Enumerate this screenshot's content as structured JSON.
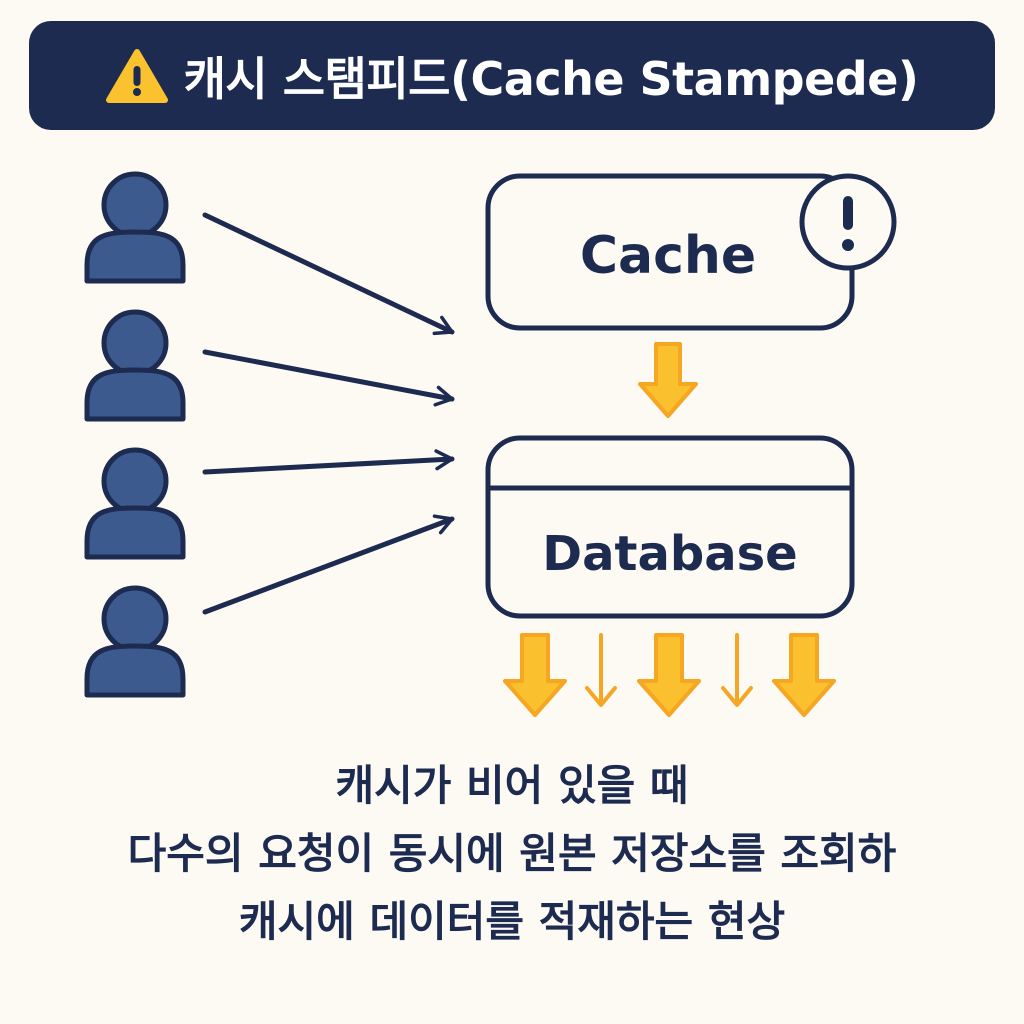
{
  "title": {
    "icon": "warning-icon",
    "text": "캐시 스탬피드(Cache Stampede)"
  },
  "users": [
    {
      "icon": "user-icon"
    },
    {
      "icon": "user-icon"
    },
    {
      "icon": "user-icon"
    },
    {
      "icon": "user-icon"
    }
  ],
  "cache": {
    "label": "Cache",
    "badge_icon": "exclamation-icon"
  },
  "database": {
    "label": "Database"
  },
  "caption": {
    "line1": "캐시가 비어 있을 때",
    "line2": "다수의 요청이 동시에 원본 저장소를 조회하",
    "line3": "캐시에 데이터를 적재하는 현상"
  },
  "colors": {
    "navy": "#1d2b50",
    "user_fill": "#3d5a8e",
    "arrow_yellow": "#fbc02d",
    "arrow_orange": "#f5a623",
    "warning_yellow": "#f9c22e"
  }
}
